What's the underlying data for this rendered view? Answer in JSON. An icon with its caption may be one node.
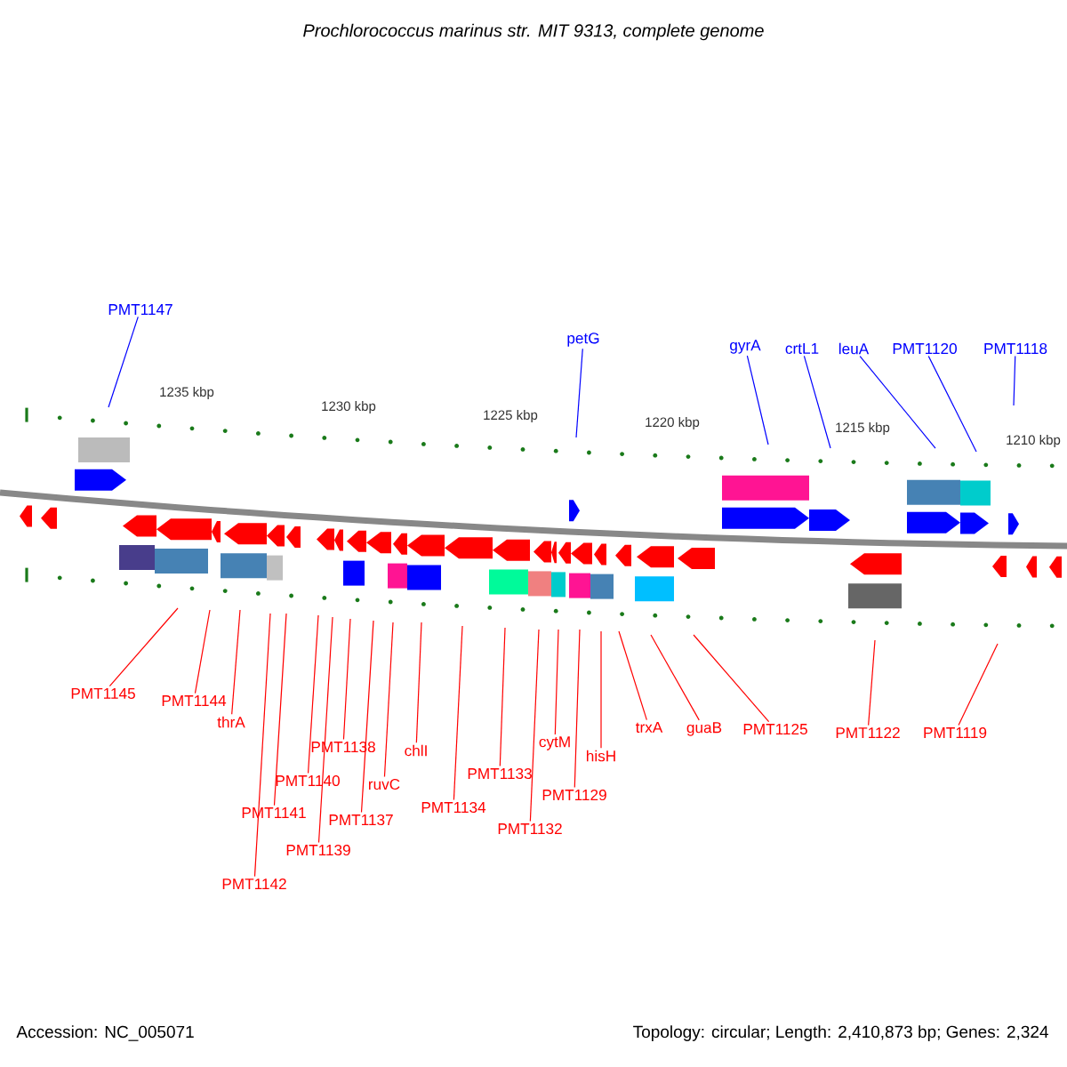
{
  "diagram": {
    "title": "Prochlorococcus marinus str. MIT 9313, complete genome",
    "nodes": [
      {
        "text": [
          "PMT1147"
        ]
      },
      {
        "text": [
          "petG"
        ]
      },
      {
        "text": [
          "gyrA"
        ]
      },
      {
        "text": [
          "crtL1"
        ]
      },
      {
        "text": [
          "leuA"
        ]
      },
      {
        "text": [
          "PMT1120"
        ]
      },
      {
        "text": [
          "PMT1118"
        ]
      },
      {
        "text": [
          "PMT1145"
        ]
      },
      {
        "text": [
          "PMT1144"
        ]
      },
      {
        "text": [
          "thrA"
        ]
      },
      {
        "text": [
          "PMT1142"
        ]
      },
      {
        "text": [
          "PMT1141"
        ]
      },
      {
        "text": [
          "PMT1140"
        ]
      },
      {
        "text": [
          "PMT1139"
        ]
      },
      {
        "text": [
          "PMT1138"
        ]
      },
      {
        "text": [
          "PMT1137"
        ]
      },
      {
        "text": [
          "ruvC"
        ]
      },
      {
        "text": [
          "chlI"
        ]
      },
      {
        "text": [
          "PMT1134"
        ]
      },
      {
        "text": [
          "PMT1133"
        ]
      },
      {
        "text": [
          "PMT1132"
        ]
      },
      {
        "text": [
          "cytM"
        ]
      },
      {
        "text": [
          "PMT1129"
        ]
      },
      {
        "text": [
          "hisH"
        ]
      },
      {
        "text": [
          "trxA"
        ]
      },
      {
        "text": [
          "guaB"
        ]
      },
      {
        "text": [
          "PMT1125"
        ]
      },
      {
        "text": [
          "PMT1122"
        ]
      },
      {
        "text": [
          "PMT1119"
        ]
      }
    ],
    "edges": [
      {
        "from": 0,
        "to": null,
        "arrow": "none",
        "color": "#0000ff"
      },
      {
        "from": 1,
        "to": null,
        "arrow": "none",
        "color": "#0000ff"
      },
      {
        "from": 2,
        "to": null,
        "arrow": "none",
        "color": "#0000ff"
      },
      {
        "from": 3,
        "to": null,
        "arrow": "none",
        "color": "#0000ff"
      },
      {
        "from": 4,
        "to": null,
        "arrow": "none",
        "color": "#0000ff"
      },
      {
        "from": 5,
        "to": null,
        "arrow": "none",
        "color": "#0000ff"
      },
      {
        "from": 6,
        "to": null,
        "arrow": "none",
        "color": "#0000ff"
      },
      {
        "from": 7,
        "to": null,
        "arrow": "none"
      },
      {
        "from": 8,
        "to": null,
        "arrow": "none"
      },
      {
        "from": 9,
        "to": null,
        "arrow": "none"
      },
      {
        "from": 10,
        "to": null,
        "arrow": "none"
      },
      {
        "from": 11,
        "to": null,
        "arrow": "none"
      },
      {
        "from": 12,
        "to": null,
        "arrow": "none"
      },
      {
        "from": 13,
        "to": null,
        "arrow": "none"
      },
      {
        "from": 14,
        "to": null,
        "arrow": "none"
      },
      {
        "from": 15,
        "to": null,
        "arrow": "none"
      },
      {
        "from": 16,
        "to": null,
        "arrow": "none"
      },
      {
        "from": 17,
        "to": null,
        "arrow": "none"
      },
      {
        "from": 18,
        "to": null,
        "arrow": "none"
      },
      {
        "from": 19,
        "to": null,
        "arrow": "none"
      },
      {
        "from": 20,
        "to": null,
        "arrow": "none"
      },
      {
        "from": 21,
        "to": null,
        "arrow": "none"
      },
      {
        "from": 22,
        "to": null,
        "arrow": "none"
      },
      {
        "from": 23,
        "to": null,
        "arrow": "none"
      },
      {
        "from": 24,
        "to": null,
        "arrow": "none"
      },
      {
        "from": 25,
        "to": null,
        "arrow": "none"
      },
      {
        "from": 26,
        "to": null,
        "arrow": "none"
      },
      {
        "from": 27,
        "to": null,
        "arrow": "none"
      },
      {
        "from": 28,
        "to": null,
        "arrow": "none"
      }
    ],
    "labels": [
      "1235 kbp",
      "1230 kbp",
      "1225 kbp",
      "1220 kbp",
      "1215 kbp",
      "1210 kbp",
      "Accession: NC_005071",
      "Topology: circular; Length: 2,410,873 bp; Genes: 2,324"
    ]
  }
}
